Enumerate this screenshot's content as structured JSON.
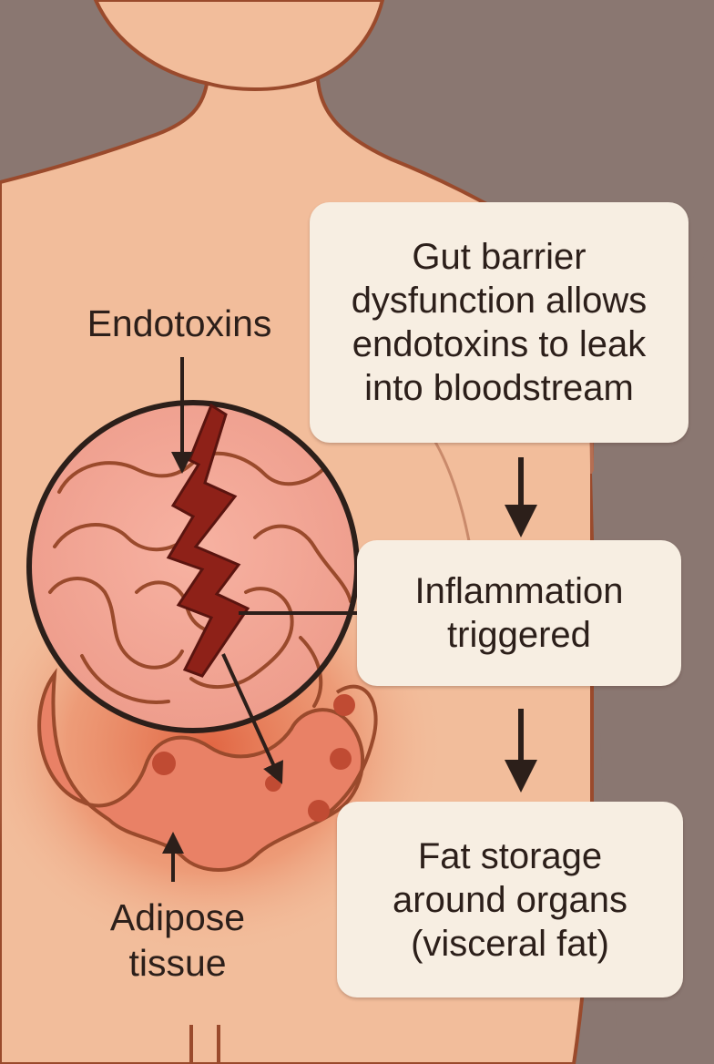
{
  "labels": {
    "endotoxins": "Endotoxins",
    "adipose_line1": "Adipose",
    "adipose_line2": "tissue"
  },
  "flow": [
    {
      "lines": [
        "Gut barrier",
        "dysfunction allows",
        "endotoxins to leak",
        "into bloodstream"
      ]
    },
    {
      "lines": [
        "Inflammation",
        "triggered"
      ]
    },
    {
      "lines": [
        "Fat storage",
        "around organs",
        "(visceral fat)"
      ]
    }
  ],
  "colors": {
    "background": "#8a7771",
    "skin": "#f2bd9b",
    "outline": "#9a4a2c",
    "intestine": "#e98e80",
    "crack": "#8e2118",
    "box": "#f7eee2",
    "text": "#2c1f1a"
  }
}
